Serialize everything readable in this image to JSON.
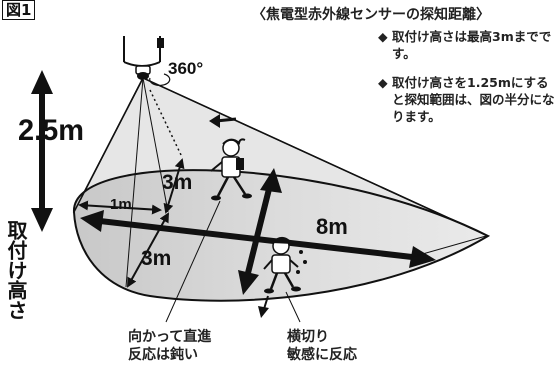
{
  "figure_label": "図1",
  "title": "〈焦電型赤外線センサーの探知距離〉",
  "notes": [
    {
      "mark": "◆",
      "text": "取付け高さは最高3mまでです。"
    },
    {
      "mark": "◆",
      "text": "取付け高さを1.25mにすると探知範囲は、図の半分になります。"
    }
  ],
  "diagram": {
    "rotation_label": "360°",
    "height_label": "2.5m",
    "mounting_height_label": "取付け高さ",
    "dist_1m": "1m",
    "dist_3m_upper": "3m",
    "dist_3m_lower": "3m",
    "dist_8m": "8m"
  },
  "captions": {
    "approach": [
      "向かって直進",
      "反応は鈍い"
    ],
    "cross": [
      "横切り",
      "敏感に反応"
    ]
  },
  "colors": {
    "cone_fill": "#e4e4e4",
    "zone_fill": "#cfcfcf",
    "ink": "#111111"
  }
}
